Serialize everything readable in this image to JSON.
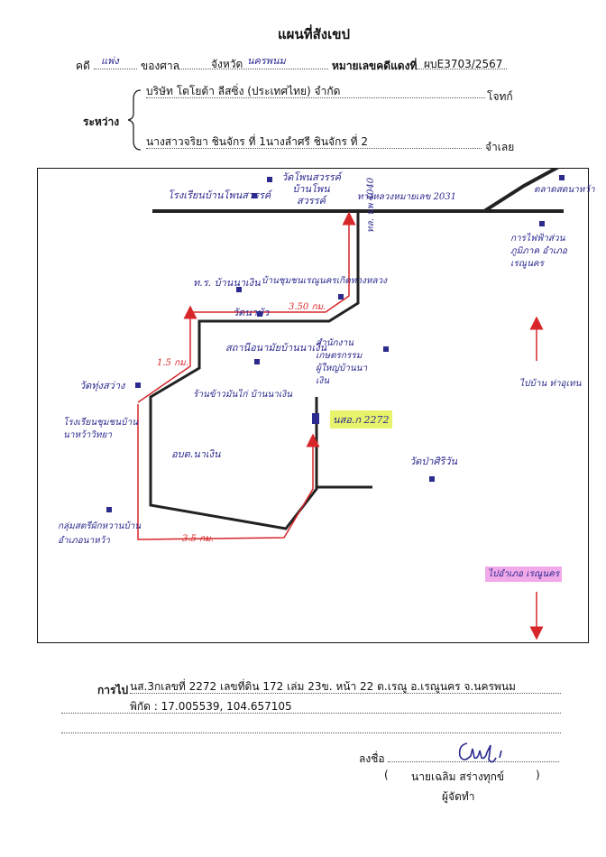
{
  "header": {
    "title": "แผนที่สังเขป",
    "case_label": "คดี",
    "case_type": "แพ่ง",
    "court_label": "ของศาล",
    "province_label": "จังหวัด",
    "province": "นครพนม",
    "red_case_label": "หมายเลขคดีแดงที่",
    "red_case_no": "ผบE3703/2567"
  },
  "parties": {
    "between_label": "ระหว่าง",
    "plaintiff": "บริษัท โตโยต้า ลีสซิ่ง (ประเทศไทย) จำกัด",
    "plaintiff_role": "โจทก์",
    "defendant": "นางสาวจริยา ชินจักร ที่ 1นางลำศรี ชินจักร ที่ 2",
    "defendant_role": "จำเลย"
  },
  "map": {
    "labels": {
      "school_top": "โรงเรียนบ้านโพนสวรรค์",
      "temple_top": "วัดโพนสวรรค์ บ้านโพนสวรรค์",
      "road_2031": "ทางหลวงหมายเลข 2031",
      "market": "ตลาดสดนาหว้า",
      "electricity": "การไฟฟ้าส่วนภูมิภาค อำเภอ เรณูนคร",
      "pd": "ท.ร. บ้านนาเงิน",
      "church": "บ้านชุมชนเรณูนครเกิดทางหลวง",
      "road_4040": "ทล. นพ 4040",
      "temple_nabua": "วัดนาบัว",
      "dist_350": "3.50 กม.",
      "health": "สถานีอนามัยบ้านนาเงิน",
      "health_office": "สำนักงานเกษตรกรรมผู้ใหญ่บ้านนาเงิน",
      "to_namkhum": "ไปบ้าน ท่าอุเทน",
      "dist_15": "1.5 กม.",
      "temple_left": "วัดทุ่งสว่าง",
      "shop": "ร้านข้าวมันไก่ บ้านนาเงิน",
      "school_left": "โรงเรียนชุมชนบ้าน นาหว้าวิทยา",
      "village": "อบต.นาเงิน",
      "plot": "นสอ.ก 2272",
      "temple_right": "วัดป่าศิริวัน",
      "group": "กลุ่มสตรีผักหวานบ้าน อำเภอนาหว้า",
      "dist_35": "3.5 กม.",
      "to_renu": "ไปอำเภอ เรณูนคร"
    }
  },
  "footer": {
    "route_label": "การไป",
    "route_text": "นส.3กเลขที่ 2272 เลขที่ดิน 172 เล่ม 23ข. หน้า 22 ต.เรณู อ.เรณูนคร จ.นครพนม",
    "coords": "พิกัด : 17.005539, 104.657105",
    "sign_label": "ลงชื่อ",
    "signer_name": "นายเฉลิม สร่างทุกข์",
    "role": "ผู้จัดทำ"
  },
  "colors": {
    "ink_blue": "#2b2a8e",
    "route_red": "#d7262a",
    "highlight_yellow": "#e7f36a",
    "highlight_pink": "#f2a9e9"
  }
}
